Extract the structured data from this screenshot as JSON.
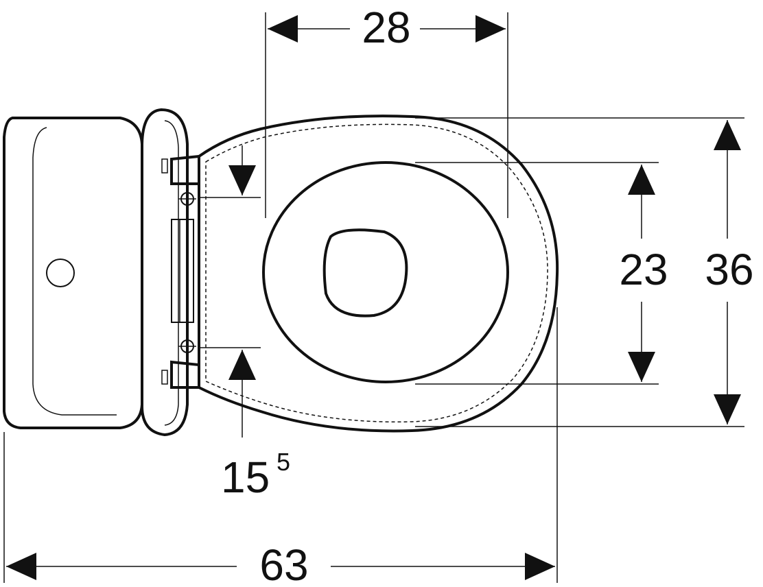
{
  "dimensions": {
    "top_width": "28",
    "inner_height": "23",
    "outer_height": "36",
    "bolt_offset": "15",
    "bolt_offset_sup": "5",
    "total_length": "63"
  }
}
